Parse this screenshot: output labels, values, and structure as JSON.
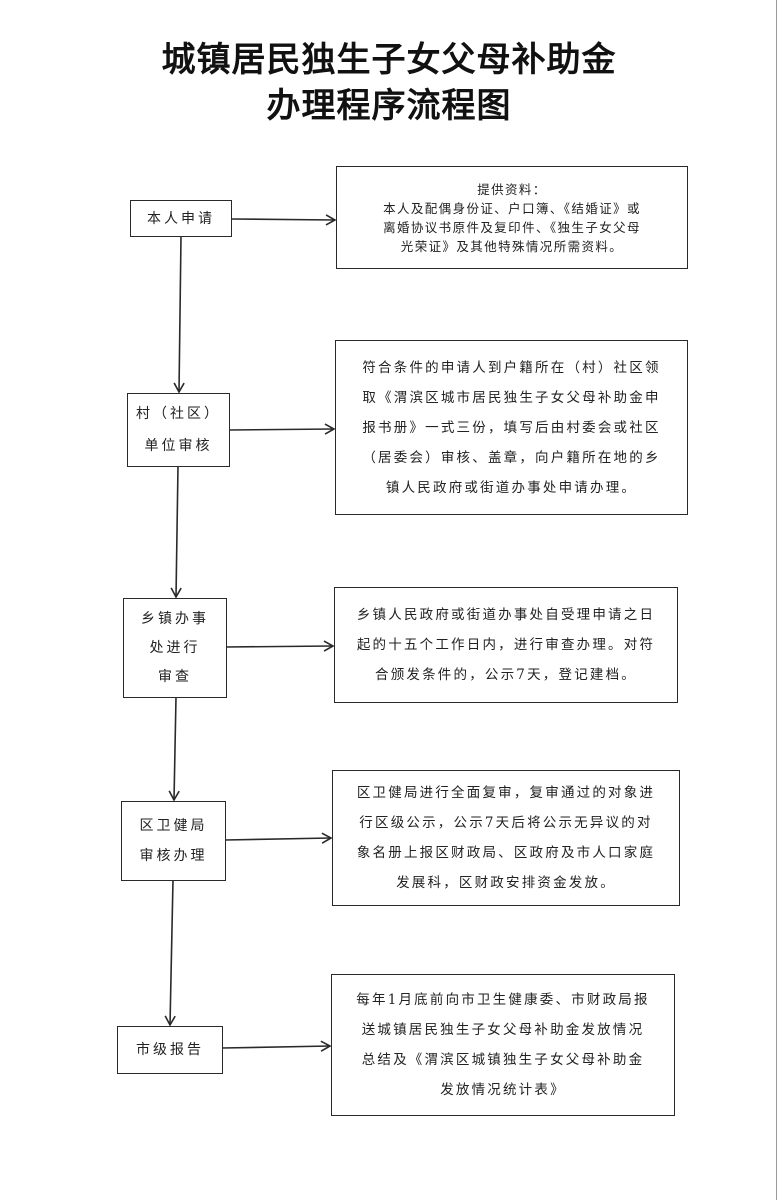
{
  "title": {
    "line1": "城镇居民独生子女父母补助金",
    "line2": "办理程序流程图"
  },
  "steps": [
    {
      "label_lines": [
        "本人申请"
      ],
      "detail_lines": [
        "提供资料：",
        "本人及配偶身份证、户口簿、《结婚证》或",
        "离婚协议书原件及复印件、《独生子女父母",
        "光荣证》及其他特殊情况所需资料。"
      ]
    },
    {
      "label_lines": [
        "村（社区）",
        "单位审核"
      ],
      "detail_lines": [
        "符合条件的申请人到户籍所在（村）社区领",
        "取《渭滨区城市居民独生子女父母补助金申",
        "报书册》一式三份，填写后由村委会或社区",
        "（居委会）审核、盖章，向户籍所在地的乡",
        "镇人民政府或街道办事处申请办理。"
      ]
    },
    {
      "label_lines": [
        "乡镇办事",
        "处进行",
        "审查"
      ],
      "detail_lines": [
        "乡镇人民政府或街道办事处自受理申请之日",
        "起的十五个工作日内，进行审查办理。对符",
        "合颁发条件的，公示7天，登记建档。"
      ]
    },
    {
      "label_lines": [
        "区卫健局",
        "审核办理"
      ],
      "detail_lines": [
        "区卫健局进行全面复审，复审通过的对象进",
        "行区级公示，公示7天后将公示无异议的对",
        "象名册上报区财政局、区政府及市人口家庭",
        "发展科，区财政安排资金发放。"
      ]
    },
    {
      "label_lines": [
        "市级报告"
      ],
      "detail_lines": [
        "每年1月底前向市卫生健康委、市财政局报",
        "送城镇居民独生子女父母补助金发放情况",
        "总结及《渭滨区城镇独生子女父母补助金",
        "发放情况统计表》"
      ]
    }
  ]
}
